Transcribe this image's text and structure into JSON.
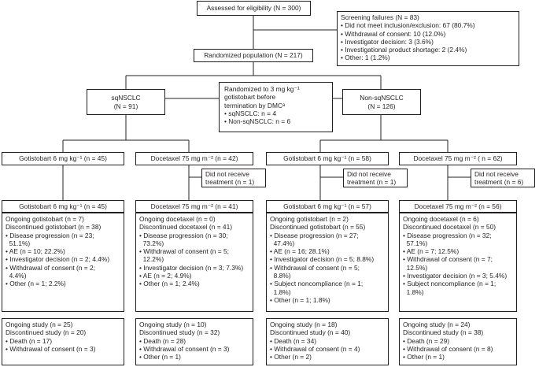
{
  "assessed": "Assessed for eligibility (N = 300)",
  "screening": {
    "title": "Screening failures (N = 83)",
    "items": [
      "• Did not meet inclusion/exclusion: 67 (80.7%)",
      "• Withdrawal of consent: 10 (12.0%)",
      "• Investigator decision: 3 (3.6%)",
      "• Investigational product shortage: 2 (2.4%)",
      "• Other: 1 (1.2%)"
    ]
  },
  "randomized": "Randomized population (N = 217)",
  "sq": {
    "line1": "sqNSCLC",
    "line2": "(N = 91)"
  },
  "nonsq": {
    "line1": "Non-sqNSCLC",
    "line2": "(N = 126)"
  },
  "dmc": {
    "lines": [
      "Randomized to 3 mg kg⁻¹",
      "gotistobart before",
      "termination by DMCᵃ",
      "• sqNSCLC: n = 4",
      "• Non-sqNSCLC: n = 6"
    ]
  },
  "arms": [
    {
      "header": "Gotistobart 6 mg kg⁻¹ (n = 45)",
      "treated_header": "Gotistobart 6 mg kg⁻¹ (n = 45)",
      "not_treated": null,
      "treatment_lines": [
        "Ongoing gotistobart (n = 7)",
        "Discontinued gotistobart (n = 38)",
        "• Disease progression (n = 23;",
        "  51.1%)",
        "• AE (n = 10; 22.2%)",
        "• Investigator decision (n = 2; 4.4%)",
        "• Withdrawal of consent (n = 2;",
        "  4.4%)",
        "• Other (n = 1; 2.2%)"
      ],
      "study_lines": [
        "Ongoing study (n = 25)",
        "Discontinued study (n = 20)",
        "• Death (n = 17)",
        "• Withdrawal of consent (n = 3)"
      ]
    },
    {
      "header": "Docetaxel 75 mg m⁻² (n = 42)",
      "treated_header": "Docetaxel 75 mg m⁻² (n = 41)",
      "not_treated": [
        "Did not receive",
        "treatment (n = 1)"
      ],
      "treatment_lines": [
        "Ongoing docetaxel (n = 0)",
        "Discontinued docetaxel (n = 41)",
        "• Disease progression (n = 30;",
        "  73.2%)",
        "• Withdrawal of consent (n = 5;",
        "  12.2%)",
        "• Investigator decision (n = 3; 7.3%)",
        "• AE (n = 2; 4.9%)",
        "• Other (n = 1; 2.4%)"
      ],
      "study_lines": [
        "Ongoing study (n = 10)",
        "Discontinued study (n = 32)",
        "• Death (n = 28)",
        "• Withdrawal of consent (n = 3)",
        "• Other (n = 1)"
      ]
    },
    {
      "header": "Gotistobart 6 mg kg⁻¹ (n = 58)",
      "treated_header": "Gotistobart 6 mg kg⁻¹ (n = 57)",
      "not_treated": [
        "Did not receive",
        "treatment (n = 1)"
      ],
      "treatment_lines": [
        "Ongoing gotistobart (n = 2)",
        "Discontinued gotistobart (n = 55)",
        "• Disease progression (n = 27;",
        "  47.4%)",
        "• AE (n = 16; 28.1%)",
        "• Investigator decision (n = 5; 8.8%)",
        "• Withdrawal of consent (n = 5;",
        "  8.8%)",
        "• Subject noncompliance (n = 1;",
        "  1.8%)",
        "• Other (n = 1; 1.8%)"
      ],
      "study_lines": [
        "Ongoing study (n = 18)",
        "Discontinued study (n = 40)",
        "• Death (n = 34)",
        "• Withdrawal of consent (n = 4)",
        "• Other (n = 2)"
      ]
    },
    {
      "header": "Docetaxel 75 mg m⁻² ( n = 62)",
      "treated_header": "Docetaxel 75 mg m⁻² (n = 56)",
      "not_treated": [
        "Did not receive",
        "treatment (n = 6)"
      ],
      "treatment_lines": [
        "Ongoing docetaxel (n = 6)",
        "Discontinued docetaxel (n = 50)",
        "• Disease progression (n = 32;",
        "  57.1%)",
        "• AE (n = 7; 12.5%)",
        "• Withdrawal of consent (n = 7;",
        "  12.5%)",
        "• Investigator decision (n = 3; 5.4%)",
        "• Subject noncompliance (n = 1;",
        "  1.8%)"
      ],
      "study_lines": [
        "Ongoing study (n = 24)",
        "Discontinued study (n = 38)",
        "• Death (n = 29)",
        "• Withdrawal of consent (n = 8)",
        "• Other (n = 1)"
      ]
    }
  ]
}
